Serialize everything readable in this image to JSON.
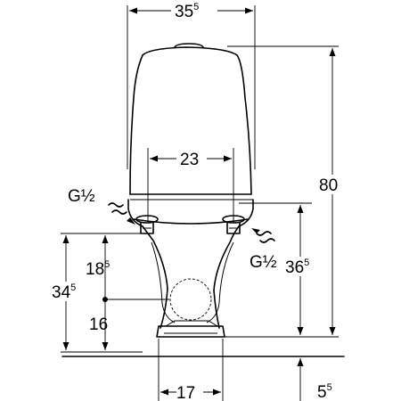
{
  "dimensions": {
    "width_top": {
      "main": "35",
      "sup": "5"
    },
    "inlet_spacing": {
      "main": "23",
      "sup": ""
    },
    "height_total": {
      "main": "80",
      "sup": ""
    },
    "inlet_height": {
      "main": "36",
      "sup": "5"
    },
    "outlet_height": {
      "main": "34",
      "sup": "5"
    },
    "outlet_upper": {
      "main": "18",
      "sup": "5"
    },
    "outlet_lower": {
      "main": "16",
      "sup": ""
    },
    "base_width": {
      "main": "17",
      "sup": ""
    },
    "floor_offset": {
      "main": "5",
      "sup": "5"
    }
  },
  "connections": {
    "left_label": "G½",
    "right_label": "G½"
  }
}
